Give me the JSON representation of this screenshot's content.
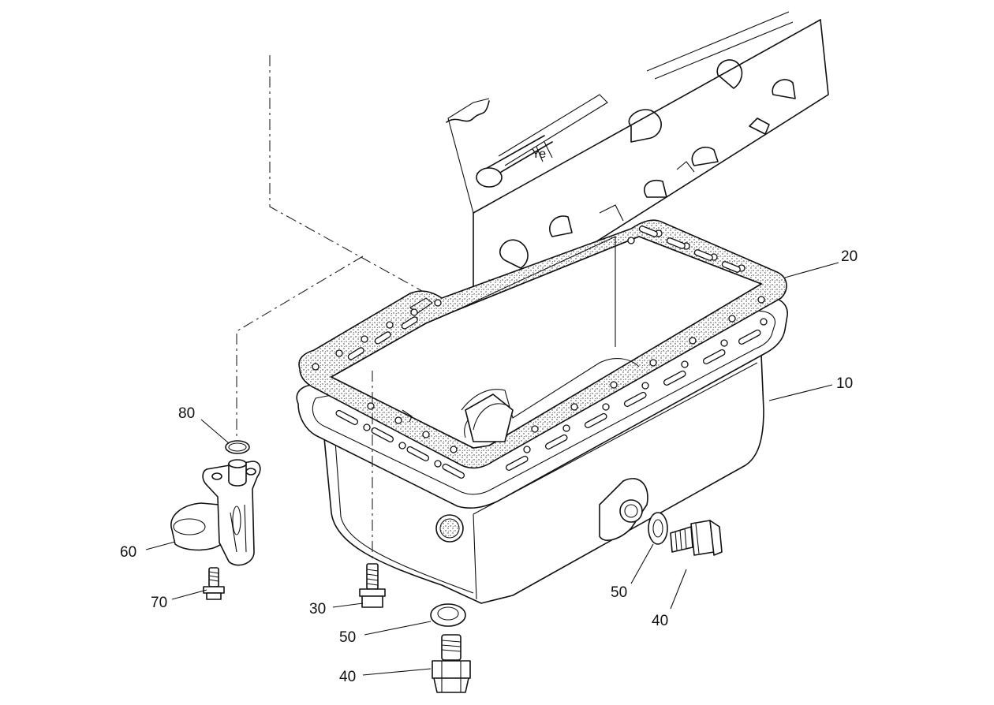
{
  "diagram": {
    "callouts": [
      {
        "id": "c10",
        "label": "10"
      },
      {
        "id": "c20",
        "label": "20"
      },
      {
        "id": "c30",
        "label": "30"
      },
      {
        "id": "c40a",
        "label": "40"
      },
      {
        "id": "c40b",
        "label": "40"
      },
      {
        "id": "c50a",
        "label": "50"
      },
      {
        "id": "c50b",
        "label": "50"
      },
      {
        "id": "c60",
        "label": "60"
      },
      {
        "id": "c70",
        "label": "70"
      },
      {
        "id": "c80",
        "label": "80"
      }
    ]
  }
}
